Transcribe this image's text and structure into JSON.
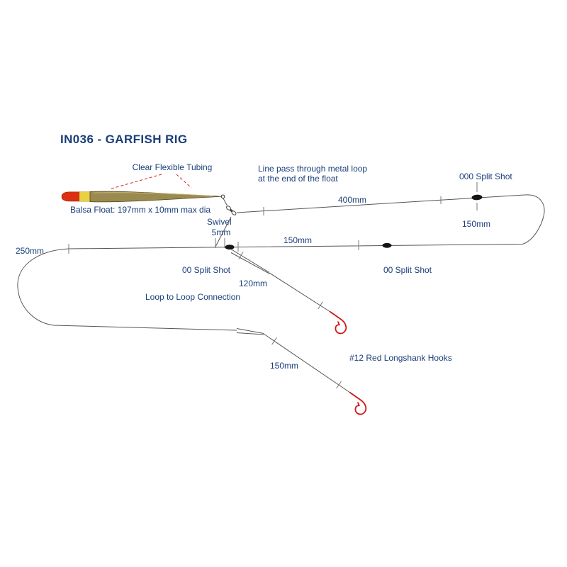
{
  "title": "IN036 - GARFISH RIG",
  "annotations": {
    "clear_tubing": "Clear Flexible Tubing",
    "line_pass_line1": "Line pass through metal loop",
    "line_pass_line2": "at the end of the float",
    "split_shot_000": "000 Split Shot",
    "balsa_float": "Balsa Float: 197mm x 10mm max dia",
    "swivel": "Swivel",
    "split_shot_00_left": "00 Split Shot",
    "split_shot_00_right": "00 Split Shot",
    "loop_to_loop": "Loop to Loop Connection",
    "hooks": "#12 Red Longshank Hooks"
  },
  "measurements": {
    "top_line": "400mm",
    "right_drop": "150mm",
    "swivel_gap": "5mm",
    "mid_line": "150mm",
    "left_loop": "250mm",
    "upper_snood": "120mm",
    "lower_snood": "150mm"
  },
  "colors": {
    "label_text": "#1b3e7a",
    "rig_line": "#555555",
    "tick": "#777777",
    "hook_red": "#d01414",
    "leader_dash_red": "#d02418",
    "float_body": "#9b8a4f",
    "float_band_yellow": "#e9d143",
    "float_tip_red": "#dd2f12",
    "split_shot_black": "#151515"
  }
}
